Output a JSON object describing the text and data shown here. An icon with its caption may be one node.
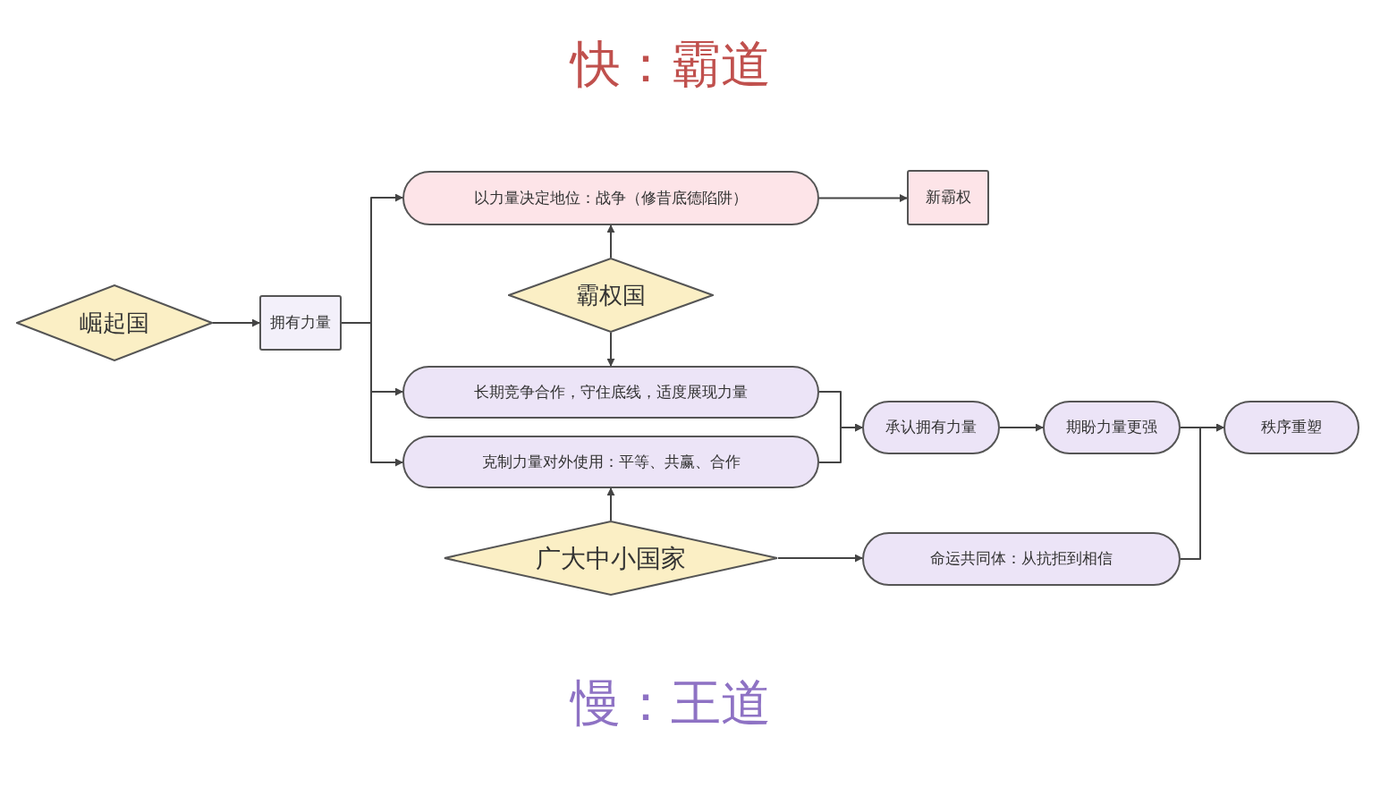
{
  "diagram": {
    "title": "快：霸道",
    "caption": "慢：王道",
    "nodes": [
      {
        "text": [
          "崛起国"
        ]
      },
      {
        "text": [
          "拥有力量"
        ]
      },
      {
        "text": [
          "以力量决定地位：战争（修昔底德陷阱）"
        ]
      },
      {
        "text": [
          "新霸权"
        ]
      },
      {
        "text": [
          "霸权国"
        ]
      },
      {
        "text": [
          "长期竞争合作，守住底线，适度展现力量"
        ]
      },
      {
        "text": [
          "克制力量对外使用：平等、共赢、合作"
        ]
      },
      {
        "text": [
          "承认拥有力量"
        ]
      },
      {
        "text": [
          "期盼力量更强"
        ]
      },
      {
        "text": [
          "秩序重塑"
        ]
      },
      {
        "text": [
          "广大中小国家"
        ]
      },
      {
        "text": [
          "命运共同体：从抗拒到相信"
        ]
      }
    ],
    "edges": [
      {
        "from": 0,
        "to": 1,
        "arrow": "to"
      },
      {
        "from": 1,
        "to": 2,
        "arrow": "to"
      },
      {
        "from": 1,
        "to": 5,
        "arrow": "to"
      },
      {
        "from": 1,
        "to": 6,
        "arrow": "to"
      },
      {
        "from": 2,
        "to": 3,
        "arrow": "to"
      },
      {
        "from": 4,
        "to": 2,
        "arrow": "to"
      },
      {
        "from": 4,
        "to": 5,
        "arrow": "to"
      },
      {
        "from": 5,
        "to": 7,
        "arrow": "to"
      },
      {
        "from": 6,
        "to": 7,
        "arrow": "to"
      },
      {
        "from": 7,
        "to": 8,
        "arrow": "to"
      },
      {
        "from": 8,
        "to": 9,
        "arrow": "to"
      },
      {
        "from": 10,
        "to": 6,
        "arrow": "to"
      },
      {
        "from": 10,
        "to": 11,
        "arrow": "to"
      },
      {
        "from": 11,
        "to": 9,
        "arrow": "to"
      }
    ]
  }
}
